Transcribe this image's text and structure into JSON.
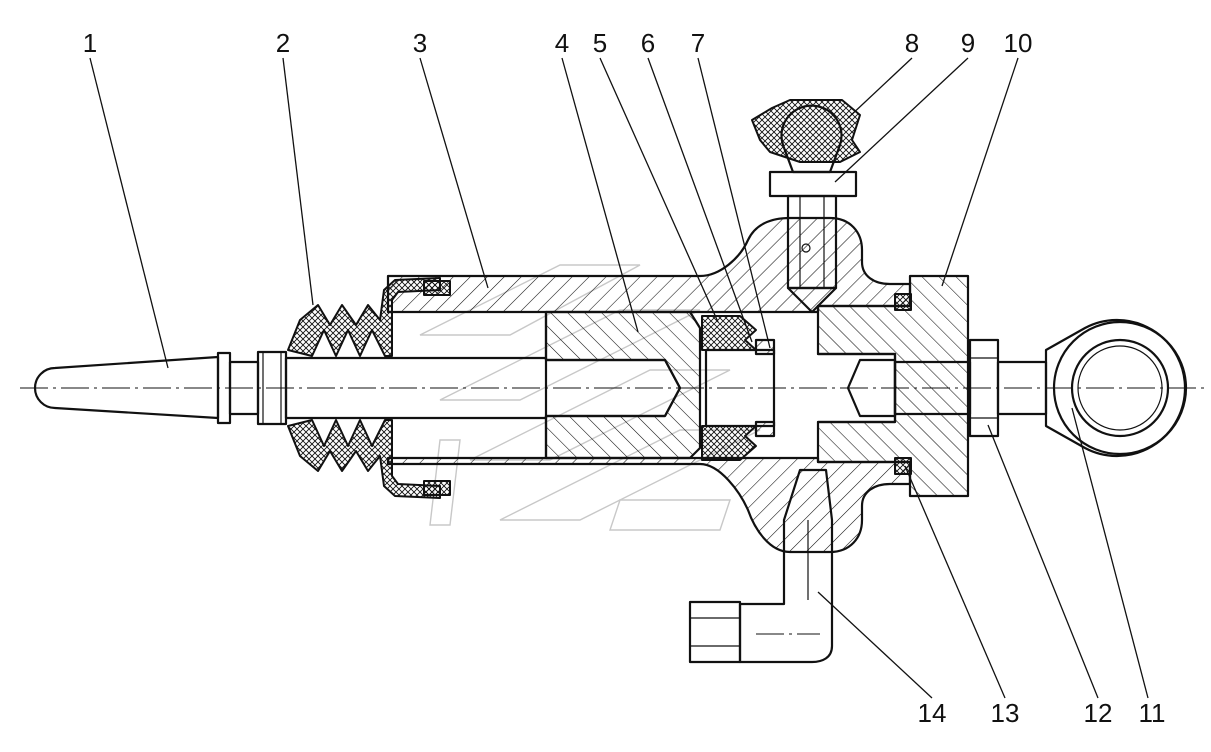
{
  "callouts": [
    {
      "id": "c1",
      "text": "1"
    },
    {
      "id": "c2",
      "text": "2"
    },
    {
      "id": "c3",
      "text": "3"
    },
    {
      "id": "c4",
      "text": "4"
    },
    {
      "id": "c5",
      "text": "5"
    },
    {
      "id": "c6",
      "text": "6"
    },
    {
      "id": "c7",
      "text": "7"
    },
    {
      "id": "c8",
      "text": "8"
    },
    {
      "id": "c9",
      "text": "9"
    },
    {
      "id": "c10",
      "text": "10"
    },
    {
      "id": "c11",
      "text": "11"
    },
    {
      "id": "c12",
      "text": "12"
    },
    {
      "id": "c13",
      "text": "13"
    },
    {
      "id": "c14",
      "text": "14"
    }
  ],
  "colors": {
    "line": "#111111",
    "background": "#ffffff",
    "watermark": "#c8c8c8"
  }
}
